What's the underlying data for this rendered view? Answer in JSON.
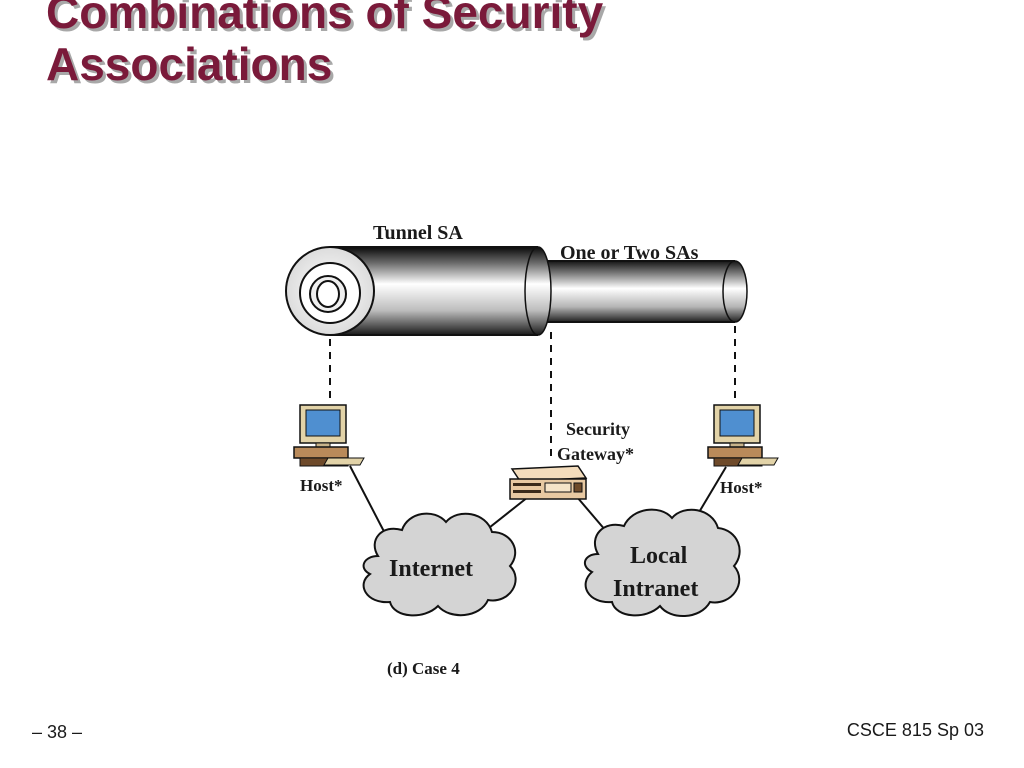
{
  "slide": {
    "title_line1": "Combinations of Security",
    "title_line2": "Associations",
    "page_number": "– 38 –",
    "course": "CSCE 815 Sp 03"
  },
  "diagram": {
    "tunnel_label": "Tunnel SA",
    "inner_label": "One or Two SAs",
    "left_host": "Host*",
    "right_host": "Host*",
    "gateway_line1": "Security",
    "gateway_line2": "Gateway*",
    "cloud_internet": "Internet",
    "cloud_intranet_line1": "Local",
    "cloud_intranet_line2": "Intranet",
    "caption": "(d) Case 4"
  },
  "colors": {
    "title": "#7a1a3a",
    "cloud": "#d4d4d4",
    "monitor_screen": "#4f8fd0",
    "host_base": "#b98a5a",
    "gateway_body": "#e8c9a2"
  }
}
